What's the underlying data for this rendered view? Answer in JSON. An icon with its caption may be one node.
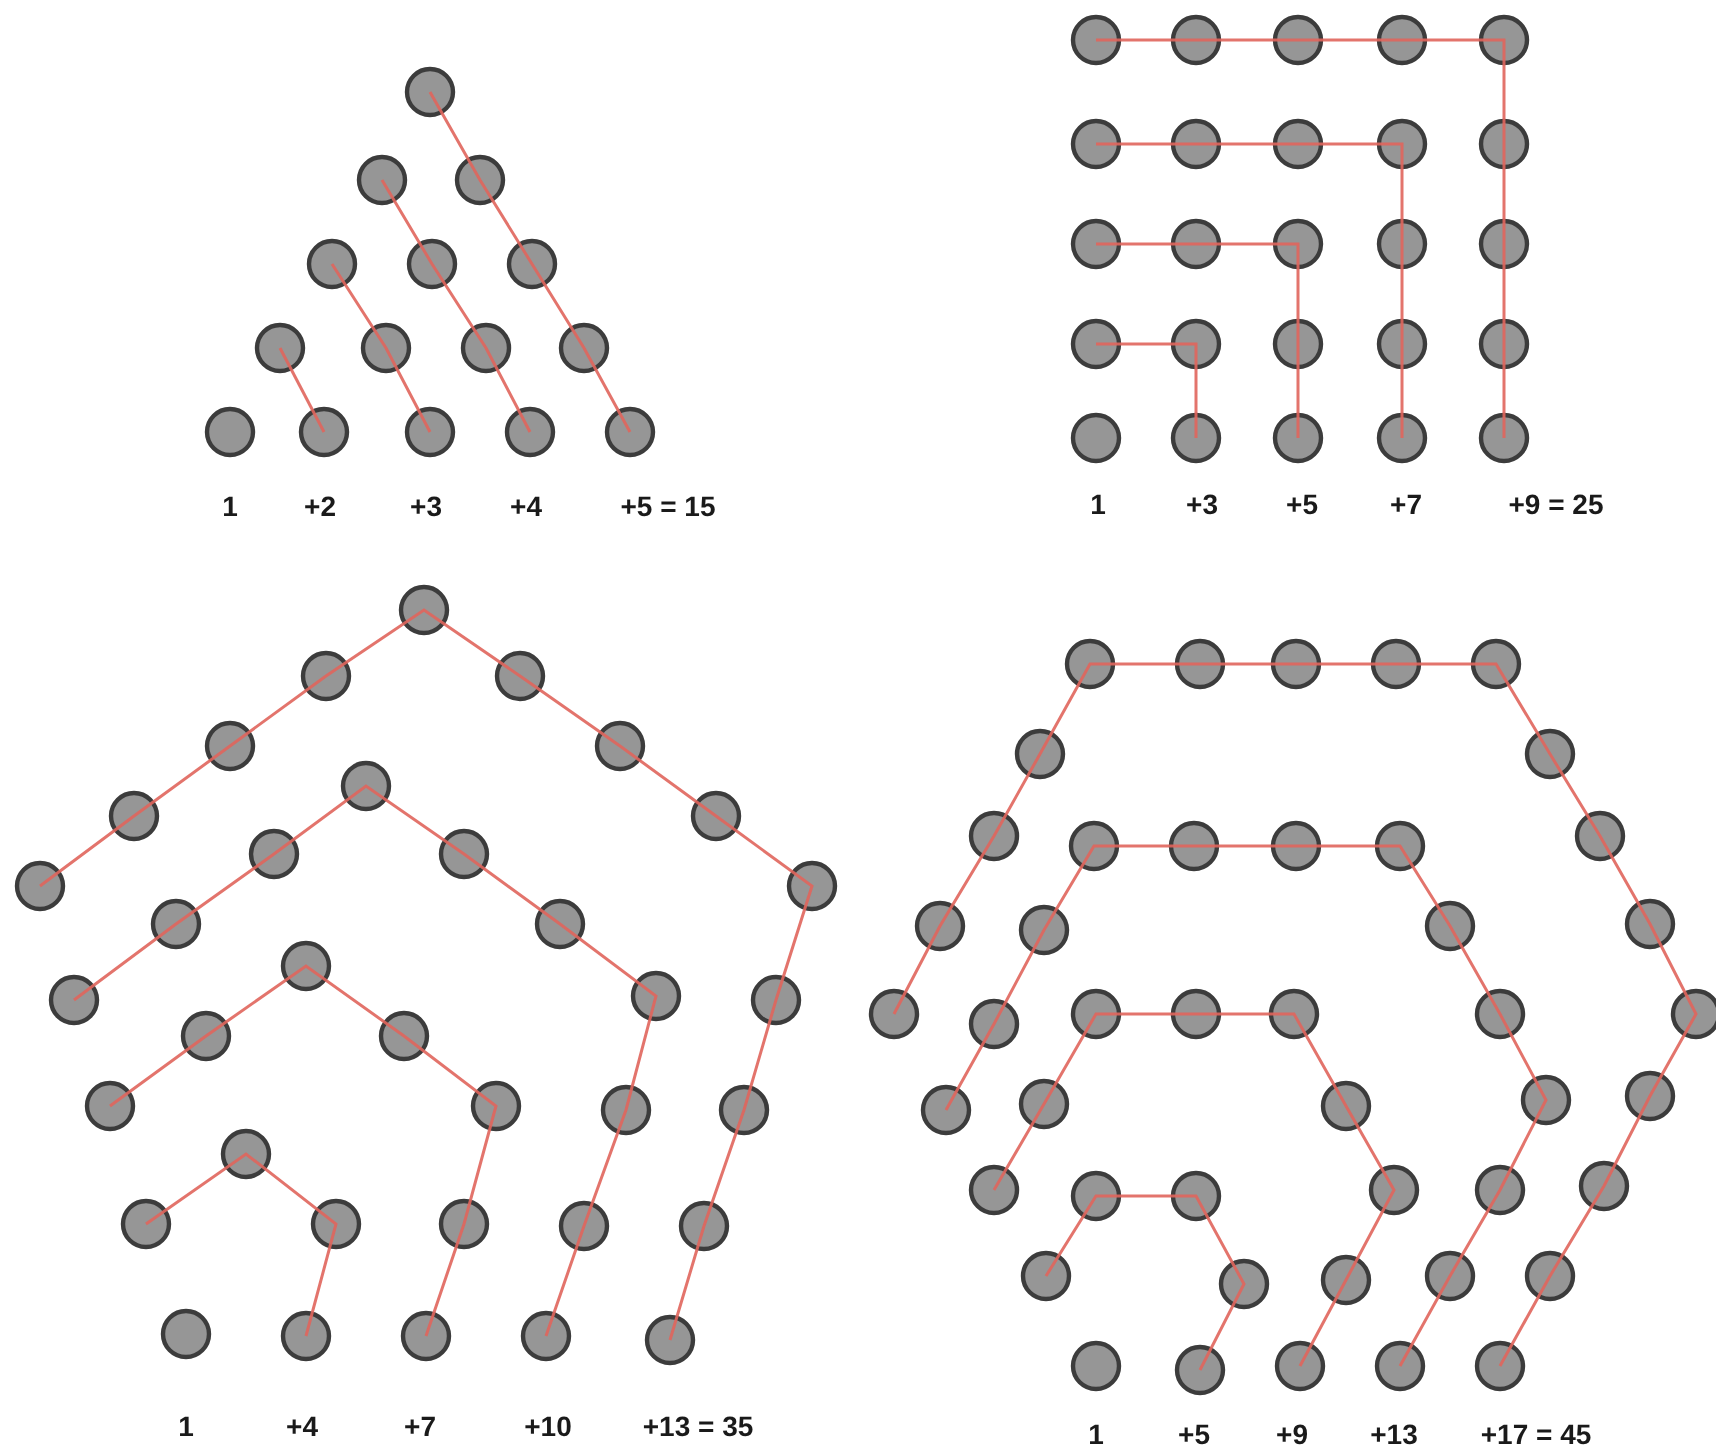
{
  "diagram": {
    "labels": [
      "1",
      "+2",
      "+3",
      "+4",
      "+5 = 15",
      "1",
      "+3",
      "+5",
      "+7",
      "+9 = 25",
      "1",
      "+4",
      "+7",
      "+10",
      "+13 = 35",
      "1",
      "+5",
      "+9",
      "+13",
      "+17 = 45"
    ]
  }
}
